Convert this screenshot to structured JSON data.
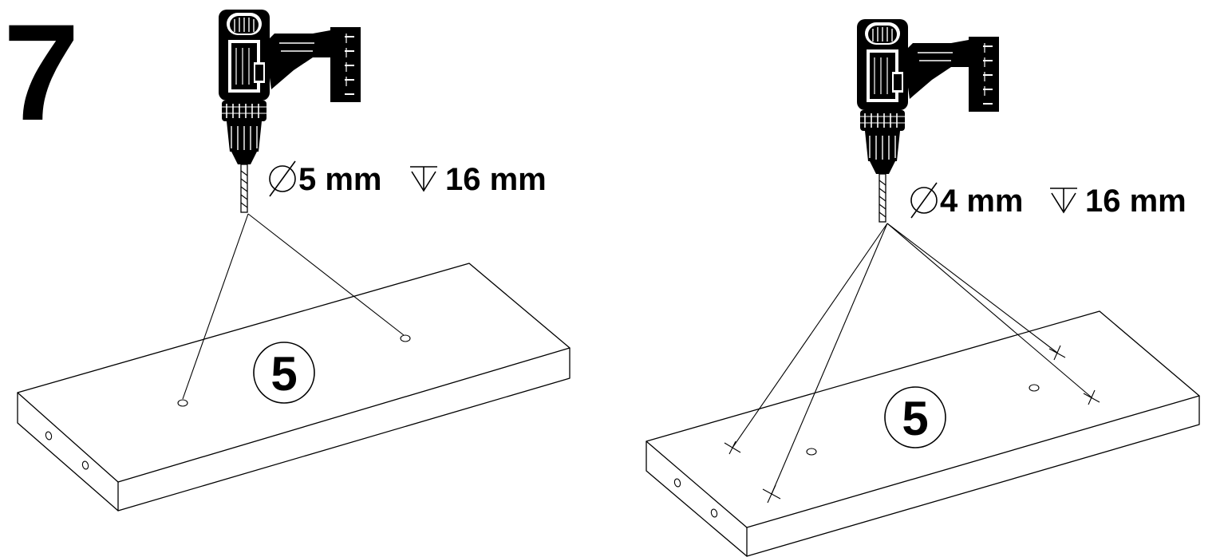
{
  "step_number": "7",
  "panels": [
    {
      "id": "left",
      "diameter_symbol": "⌀",
      "diameter": "5 mm",
      "depth_symbol": "depth-icon",
      "depth": "16 mm",
      "part_number": "5"
    },
    {
      "id": "right",
      "diameter_symbol": "⌀",
      "diameter": "4 mm",
      "depth_symbol": "depth-icon",
      "depth": "16 mm",
      "part_number": "5"
    }
  ],
  "colors": {
    "ink": "#000000",
    "paper": "#ffffff"
  }
}
